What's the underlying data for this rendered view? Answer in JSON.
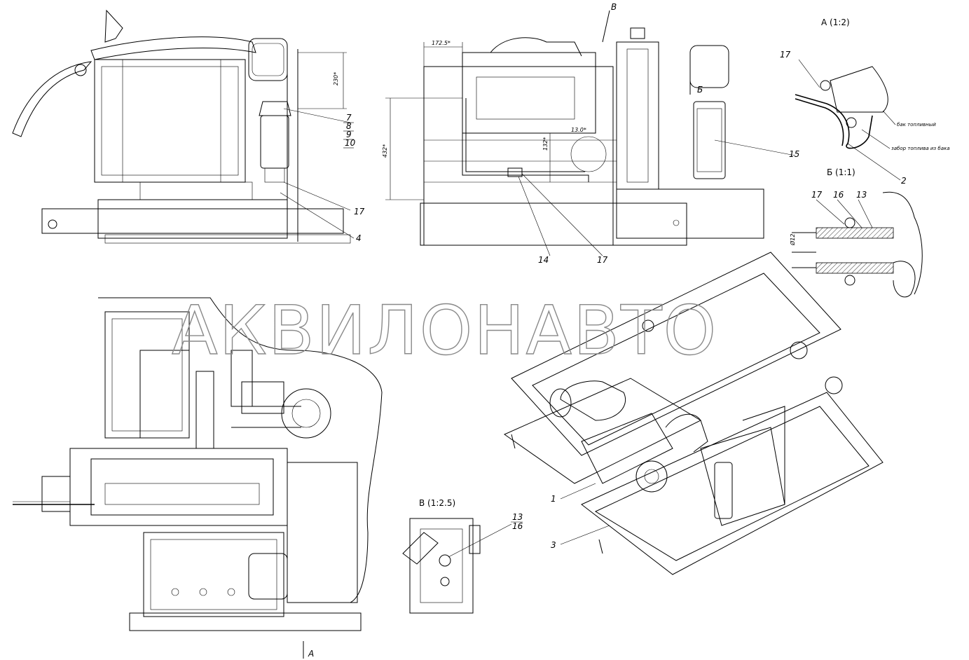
{
  "watermark": "АКВИЛОНАВТО",
  "views": {
    "a": "А (1:2)",
    "b": "Б (1:1)",
    "v": "В (1:2.5)",
    "v_marker": "В",
    "b_marker": "Б",
    "a_marker": "А"
  },
  "notes": {
    "tank": "бак топливный",
    "intake": "забор топлива из бака"
  },
  "dimensions": {
    "d1": "230*",
    "d2": "172.5*",
    "d3": "432*",
    "d4": "132*",
    "d5": "13.0*",
    "d6": "Ø12"
  },
  "callouts": {
    "c7": "7",
    "c8": "8",
    "c9": "9",
    "c10": "10",
    "c17a": "17",
    "c4": "4",
    "c14": "14",
    "c17b": "17",
    "c15": "15",
    "c17c": "17",
    "c2": "2",
    "c17d": "17",
    "c16": "16",
    "c13": "13",
    "c1": "1",
    "c3": "3",
    "c13b": "13",
    "c16b": "16"
  }
}
